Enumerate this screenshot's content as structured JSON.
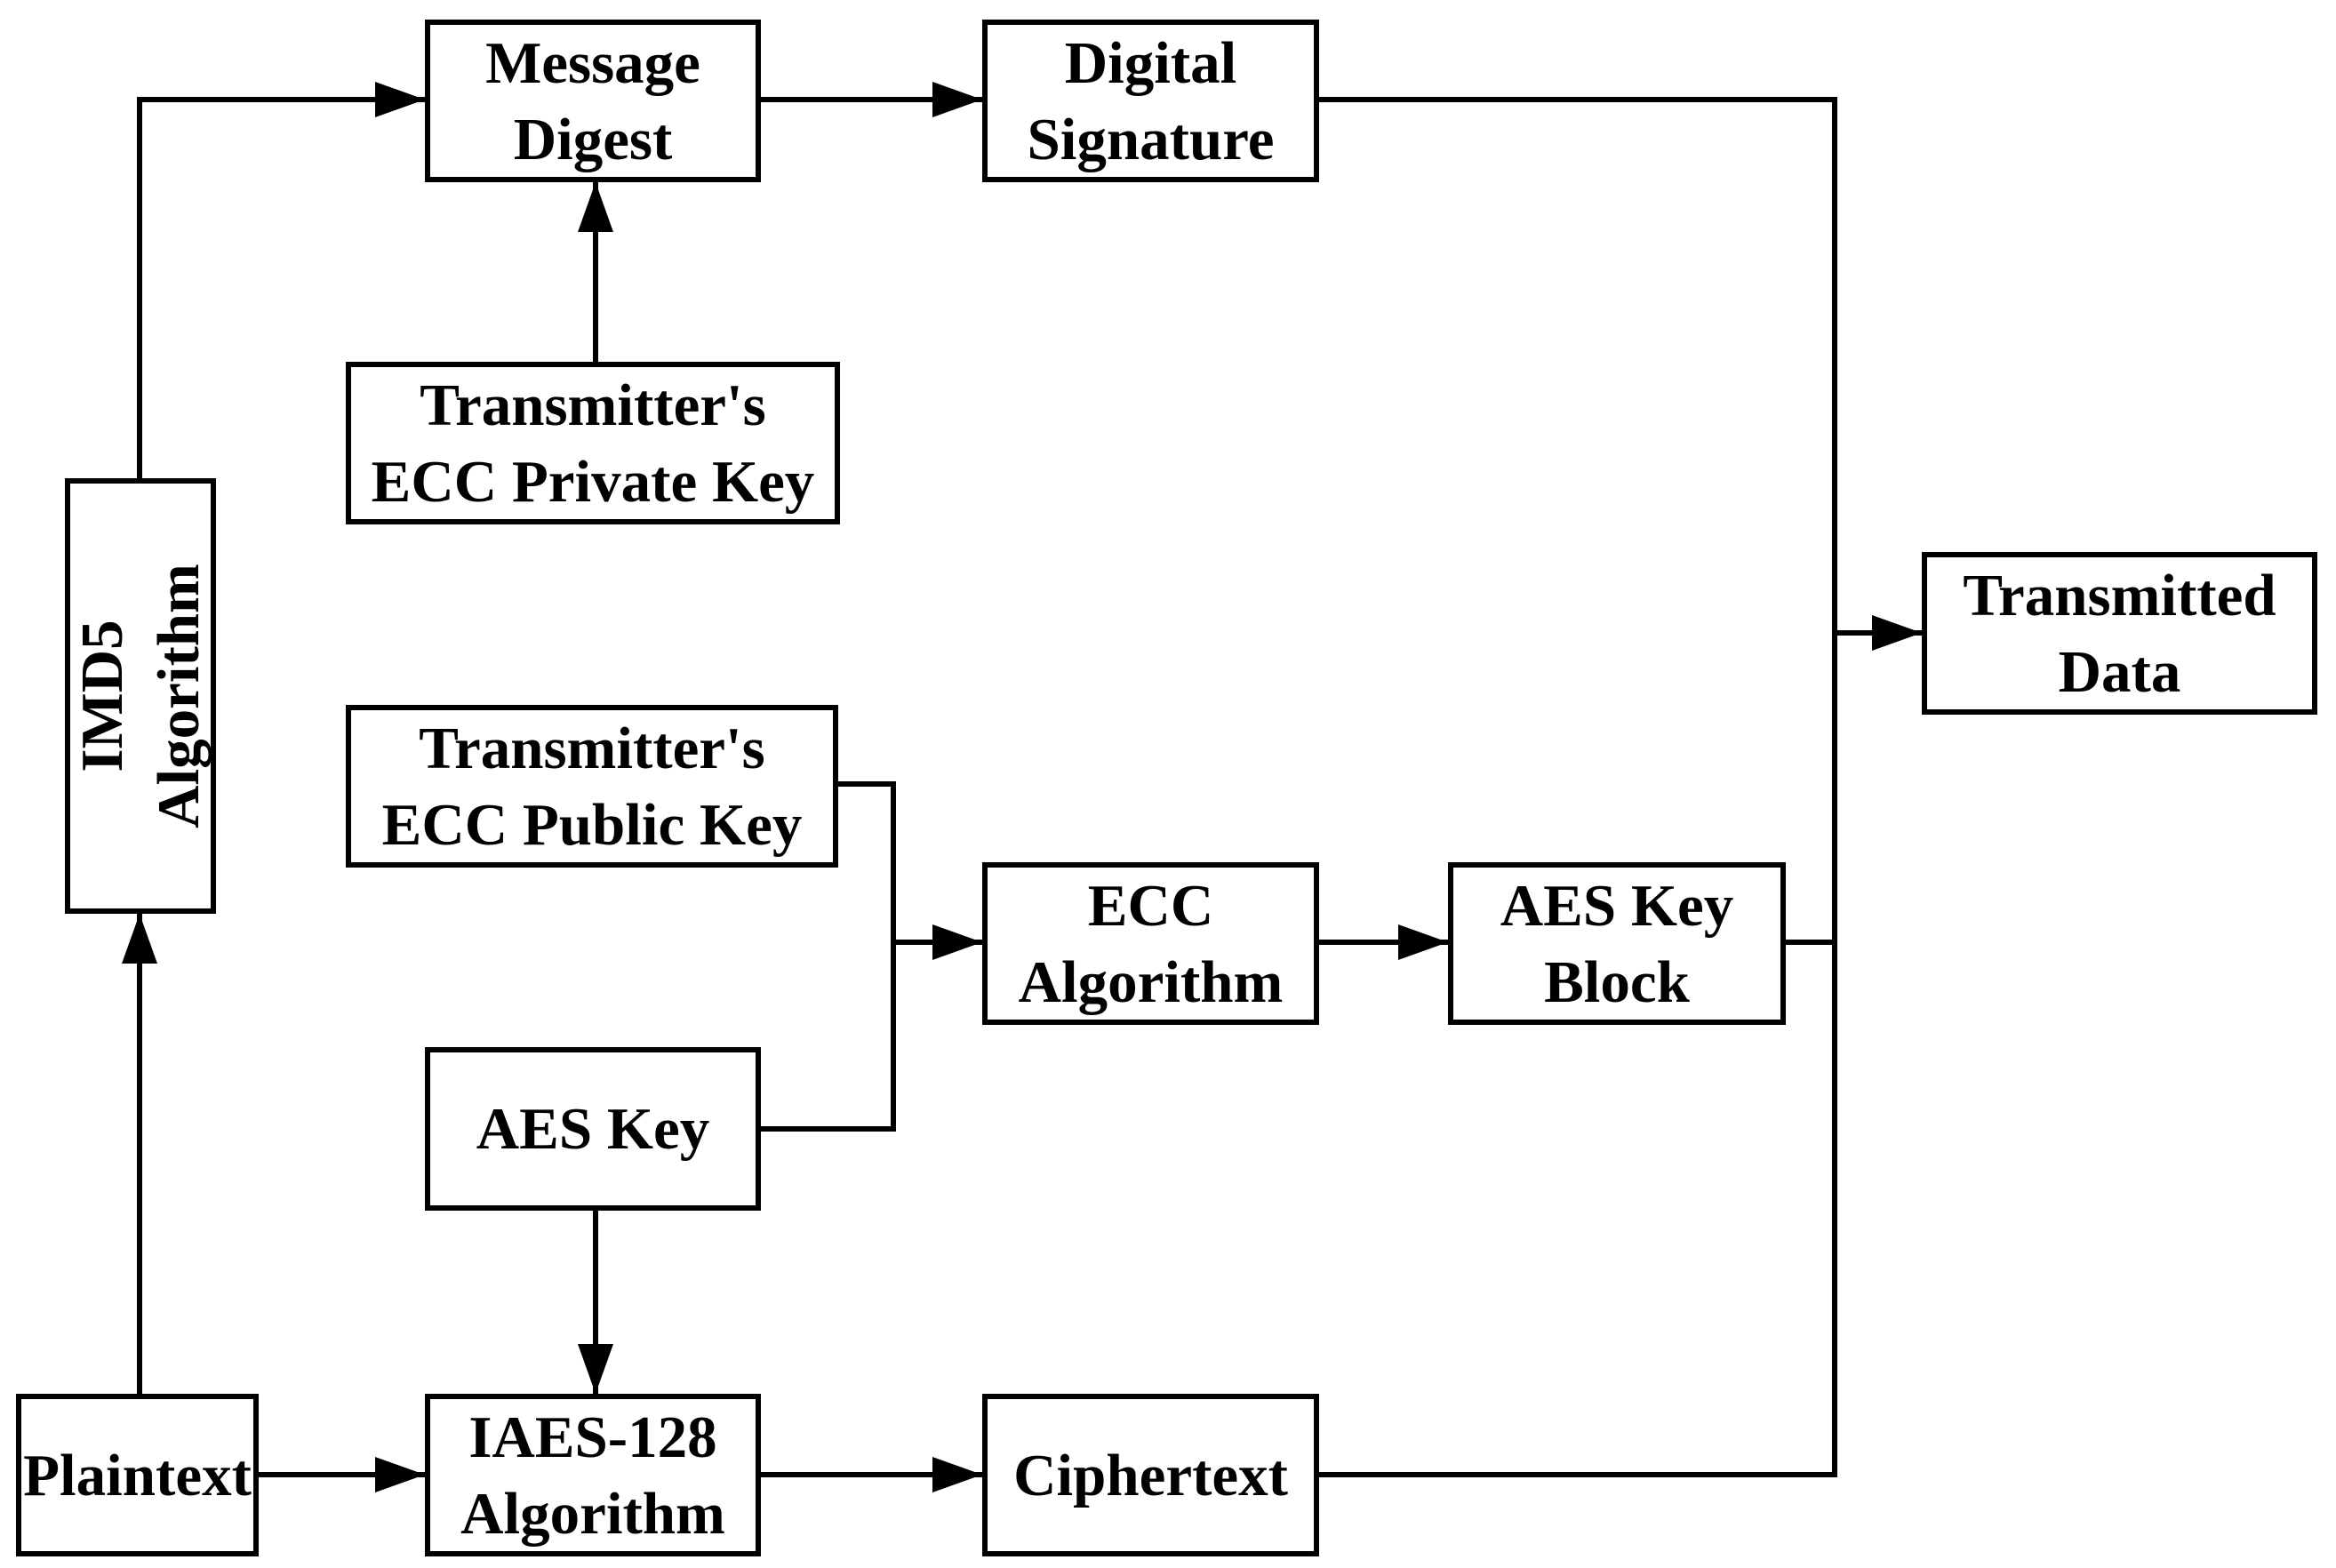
{
  "nodes": {
    "message_digest": [
      "Message",
      "Digest"
    ],
    "digital_signature": [
      "Digital",
      "Signature"
    ],
    "private_key": [
      "Transmitter's",
      "ECC Private Key"
    ],
    "imd5": [
      "IMD5",
      "Algorithm"
    ],
    "public_key": [
      "Transmitter's",
      "ECC Public Key"
    ],
    "ecc_algorithm": [
      "ECC",
      "Algorithm"
    ],
    "aes_key_block": [
      "AES Key",
      "Block"
    ],
    "transmitted_data": [
      "Transmitted",
      "Data"
    ],
    "aes_key": [
      "AES Key"
    ],
    "plaintext": [
      "Plaintext"
    ],
    "iaes": [
      "IAES-128",
      "Algorithm"
    ],
    "ciphertext": [
      "Ciphertext"
    ]
  },
  "colors": {
    "line": "#000000",
    "background": "#ffffff"
  }
}
